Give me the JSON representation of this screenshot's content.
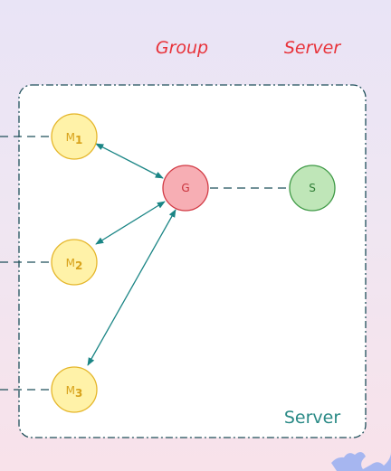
{
  "headers": {
    "group": "Group",
    "server": "Server"
  },
  "box": {
    "label": "Server"
  },
  "nodes": {
    "m1": {
      "letter": "M",
      "sub": "1"
    },
    "m2": {
      "letter": "M",
      "sub": "2"
    },
    "m3": {
      "letter": "M",
      "sub": "3"
    },
    "g": {
      "letter": "G"
    },
    "s": {
      "letter": "S"
    }
  },
  "colors": {
    "header_red": "#e8323a",
    "box_stroke": "#1f4f5a",
    "arrow_teal": "#1a8585",
    "member_fill": "#fff2a8",
    "member_stroke": "#e5b62a",
    "group_fill": "#f7aeb4",
    "group_stroke": "#d23a44",
    "server_fill": "#bfe6b8",
    "server_stroke": "#3f9a46",
    "puzzle": "#a6b6f0"
  }
}
